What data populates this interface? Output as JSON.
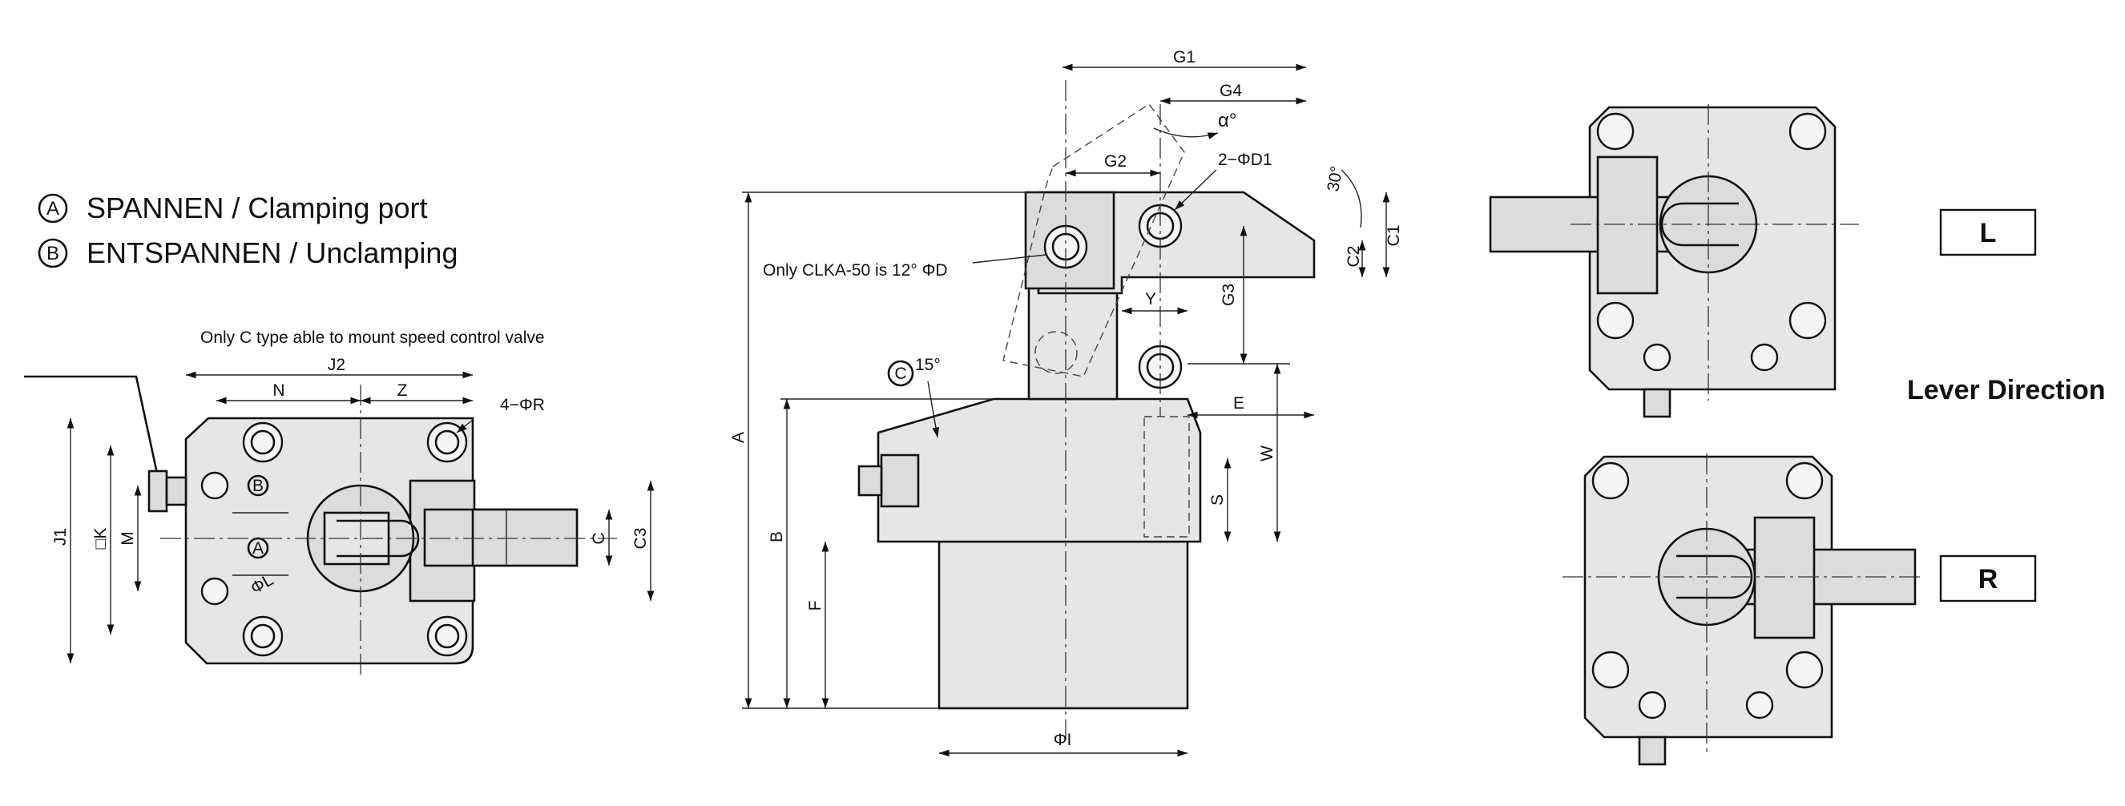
{
  "legend": {
    "a_symbol": "A",
    "a_text": "SPANNEN / Clamping port",
    "b_symbol": "B",
    "b_text": "ENTSPANNEN / Unclamping"
  },
  "top_view": {
    "note": "Only C type able to mount  speed control valve",
    "dims": {
      "j2": "J2",
      "n": "N",
      "z": "Z",
      "r": "4−ΦR",
      "j1": "J1",
      "k": "□K",
      "m": "M",
      "l": "ΦL",
      "c": "C",
      "c3": "C3"
    },
    "port_a": "A",
    "port_b": "B"
  },
  "side_view": {
    "note": "Only CLKA-50 is  12° ΦD",
    "dims": {
      "g1": "G1",
      "g4": "G4",
      "alpha": "α°",
      "g2": "G2",
      "d1": "2−ΦD1",
      "angle30": "30°",
      "c1": "C1",
      "c2": "C2",
      "y": "Y",
      "g3": "G3",
      "e": "E",
      "w": "W",
      "s": "S",
      "a": "A",
      "b": "B",
      "f": "F",
      "i": "ΦI",
      "c_port": "C",
      "angle15": "15°"
    }
  },
  "lever_direction": {
    "title": "Lever Direction",
    "left": "L",
    "right": "R"
  }
}
